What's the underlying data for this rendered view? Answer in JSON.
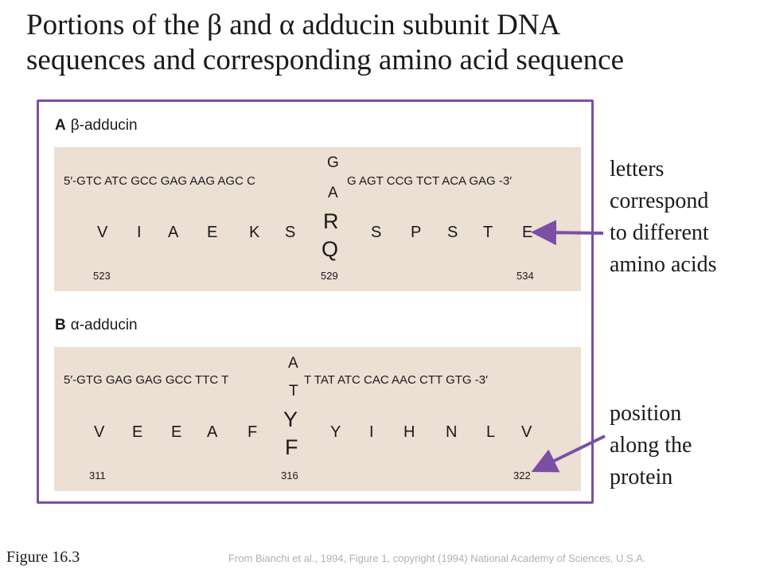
{
  "title": {
    "line1": "Portions of the β and α adducin subunit DNA",
    "line2": "sequences and corresponding amino acid sequence"
  },
  "panel_a": {
    "letter": "A",
    "label": "β-adducin",
    "dna_prefix": "5′-GTC  ATC  GCC  GAG  AAG  AGC  C",
    "alt_top": "G",
    "alt_bottom": "A",
    "dna_suffix": "G   AGT  CCG  TCT  ACA  GAG -3′",
    "aa_prefix": [
      "V",
      "I",
      "A",
      "E",
      "K",
      "S"
    ],
    "aa_variant_top": "R",
    "aa_variant_bottom": "Q",
    "aa_suffix": [
      "S",
      "P",
      "S",
      "T",
      "E"
    ],
    "pos_start": "523",
    "pos_variant": "529",
    "pos_end": "534"
  },
  "panel_b": {
    "letter": "B",
    "label": "α-adducin",
    "dna_prefix": "5′-GTG  GAG  GAG  GCC  TTC  T",
    "alt_top": "A",
    "alt_bottom": "T",
    "dna_suffix": "T   TAT   ATC  CAC  AAC  CTT  GTG -3′",
    "aa_prefix": [
      "V",
      "E",
      "E",
      "A",
      "F"
    ],
    "aa_variant_top": "Y",
    "aa_variant_bottom": "F",
    "aa_suffix": [
      "Y",
      "I",
      "H",
      "N",
      "L",
      "V"
    ],
    "pos_start": "311",
    "pos_variant": "316",
    "pos_end": "322"
  },
  "annotations": {
    "letters_line1": "letters",
    "letters_line2": "correspond",
    "letters_line3": "to different",
    "letters_line4": "amino acids",
    "position_line1": "position",
    "position_line2": "along the",
    "position_line3": "protein"
  },
  "figure_label": "Figure 16.3",
  "credit": "From Bianchi et al., 1994, Figure 1, copyright (1994) National Academy of Sciences, U.S.A.",
  "colors": {
    "frame": "#7b4fa6",
    "arrow": "#7b4fa6",
    "sequence_background": "#ecdfd3"
  },
  "icons": [
    "arrow-to-amino-acid-icon",
    "arrow-to-position-icon"
  ]
}
